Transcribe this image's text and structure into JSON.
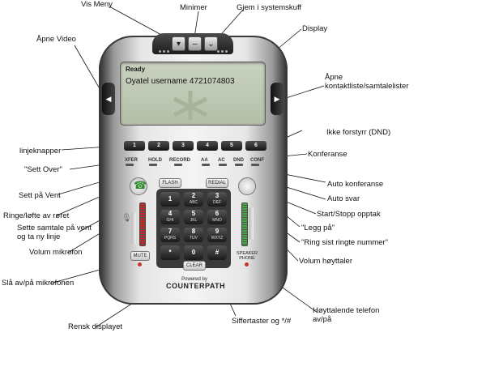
{
  "labels": {
    "vis_meny": "Vis Meny",
    "minimer": "Minimer",
    "gjem": "Gjem i systemskuff",
    "display": "Display",
    "apne_video": "Åpne Video",
    "apne_kontakt_1": "Åpne",
    "apne_kontakt_2": "kontaktliste/samtalelister",
    "ikke_forstyrr": "Ikke forstyrr (DND)",
    "linjeknapper": "linjeknapper",
    "konferanse": "Konferanse",
    "sett_over": "\"Sett Over\"",
    "auto_konferanse": "Auto konferanse",
    "sett_pa_vent": "Sett på Vent",
    "auto_svar": "Auto svar",
    "ringe_lofte": "Ringe/løfte av røret",
    "start_stopp": "Start/Stopp opptak",
    "sette_samtale_1": "Sette samtale på vent",
    "sette_samtale_2": "og ta ny linje",
    "legg_pa": "\"Legg på\"",
    "ring_sist": "\"Ring sist ringte nummer\"",
    "volum_mikrofon": "Volum mikrofon",
    "volum_hoyttaler": "Volum høyttaler",
    "sla_mikrofon": "Slå av/på mikrofonen",
    "hoyttalende_1": "Høyttalende telefon",
    "hoyttalende_2": "av/på",
    "rensk": "Rensk displayet",
    "siffertaster": "Siffertaster og */#"
  },
  "phone": {
    "status": "Ready",
    "account": "Oyatel username 4721074803",
    "line_keys": [
      "1",
      "2",
      "3",
      "4",
      "5",
      "6"
    ],
    "function_keys": [
      "XFER",
      "HOLD",
      "RECORD",
      "AA",
      "AC",
      "DND",
      "CONF"
    ],
    "flash": "FLASH",
    "redial": "REDIAL",
    "mute": "MUTE",
    "clear": "CLEAR",
    "speaker": "SPEAKER",
    "phone_word": "PHONE",
    "powered_by": "Powered by",
    "brand": "COUNTERPATH",
    "keys": [
      {
        "n": "1",
        "l": ""
      },
      {
        "n": "2",
        "l": "ABC"
      },
      {
        "n": "3",
        "l": "DEF"
      },
      {
        "n": "4",
        "l": "GHI"
      },
      {
        "n": "5",
        "l": "JKL"
      },
      {
        "n": "6",
        "l": "MNO"
      },
      {
        "n": "7",
        "l": "PQRS"
      },
      {
        "n": "8",
        "l": "TUV"
      },
      {
        "n": "9",
        "l": "WXYZ"
      },
      {
        "n": "*",
        "l": ""
      },
      {
        "n": "0",
        "l": ""
      },
      {
        "n": "#",
        "l": ""
      }
    ]
  },
  "icons": {
    "menu": "chevron-down-icon",
    "minimize": "minimize-icon",
    "hide": "tray-icon",
    "video": "arrow-left-icon",
    "contacts": "arrow-right-icon",
    "call": "handset-icon",
    "mic": "microphone-icon"
  }
}
